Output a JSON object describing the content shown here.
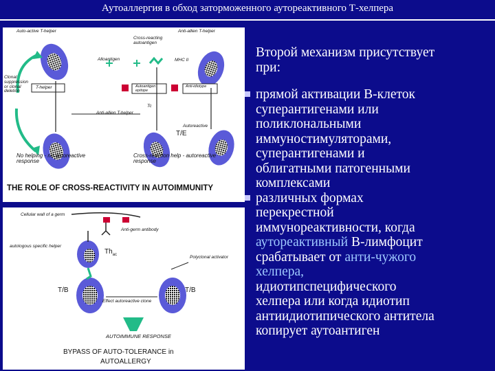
{
  "slide": {
    "title": "Аутоаллергия в обход заторможенного аутореактивного Т-хелпера"
  },
  "figure_top": {
    "labels": {
      "auto_t_helper": "Auto-active T-helper",
      "anti_t_helper": "Anti-allien T-helper",
      "cross_reacting_autoantigen": "Cross-reacting autoantigen",
      "alloantigen": "Alloantigen",
      "clonal_suppression": "Clonal suppression or clonal deletion",
      "t_helper_box": "T-helper",
      "autoantigen_epitope": "Autoantigen epitope",
      "anti_idiotype": "Anti-idiotype",
      "mhc_ii": "MHC II",
      "tc": "Tc",
      "anti_allien_t_helper": "Anti-allien T-helper",
      "autoreactive": "Autoreactive",
      "te": "T/E",
      "no_helping": "No helping - no autoreactive response",
      "cross_reaction_help": "Cross-reaction help - autoreactive response",
      "role_title": "THE ROLE OF CROSS-REACTIVITY IN AUTOIMMUNITY"
    }
  },
  "figure_bottom": {
    "labels": {
      "cellular_wall": "Cellular wall of a germ",
      "anti_germ_antibody": "Anti-germ antibody",
      "autologous_helper": "autologous specific helper",
      "th": "Th",
      "th_sub": "ac",
      "polyclonal_activator": "Polyclonal activator",
      "tb_left": "T/B",
      "tb_right": "T/B",
      "effect_autoreactive": "Effect autoreactive clone",
      "autoimmune_response": "AUTOIMMUNE RESPONSE",
      "bypass": "BYPASS OF AUTO-TOLERANCE in",
      "autoallergy": "AUTOALLERGY"
    }
  },
  "right_panel": {
    "heading": [
      "Второй механизм присутствует",
      "при:"
    ],
    "bullet1": [
      "прямой активации В-клеток",
      "суперантигенами или",
      "поликлональными",
      "иммуностимуляторами,",
      "суперантигенами и",
      "облигатными патогенными",
      "комплексами"
    ],
    "bullet2_lines": [
      [
        "различных формах"
      ],
      [
        "перекрестной"
      ],
      [
        "иммунореактивности, когда"
      ],
      [
        "аутореактивный",
        " В-лимфоцит"
      ],
      [
        "срабатывает от ",
        "анти-чужого"
      ],
      [
        "хелпера,"
      ],
      [
        "идиотипспецифического"
      ],
      [
        "хелпера или когда идиотип"
      ],
      [
        "антиидиотипического антитела"
      ],
      [
        "копирует аутоантиген"
      ]
    ]
  },
  "colors": {
    "background": "#0c0c8c",
    "text": "#ffffff",
    "highlight": "#9ec8ff",
    "cell_fill": "#5a5ad8",
    "arrow_green": "#22bb88",
    "receptor_red": "#cc0033"
  }
}
